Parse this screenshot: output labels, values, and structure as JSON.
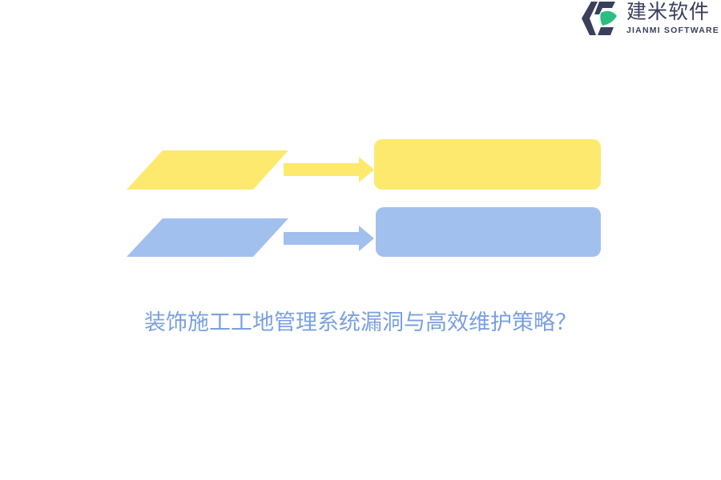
{
  "brand": {
    "name_cn": "建米软件",
    "name_en": "JIANMI SOFTWARE",
    "colors": {
      "dark": "#3a3f5c",
      "green": "#2dbd84"
    }
  },
  "diagram": {
    "rows": [
      {
        "shape_color": "#fde96d",
        "arrow_color": "#fde96d",
        "box_color": "#fde96d",
        "label": ""
      },
      {
        "shape_color": "#a2c0ee",
        "arrow_color": "#a2c0ee",
        "box_color": "#a2c0ee",
        "label": ""
      }
    ]
  },
  "title": {
    "text": "装饰施工工地管理系统漏洞与高效维护策略？",
    "color": "#7aa0e0"
  }
}
